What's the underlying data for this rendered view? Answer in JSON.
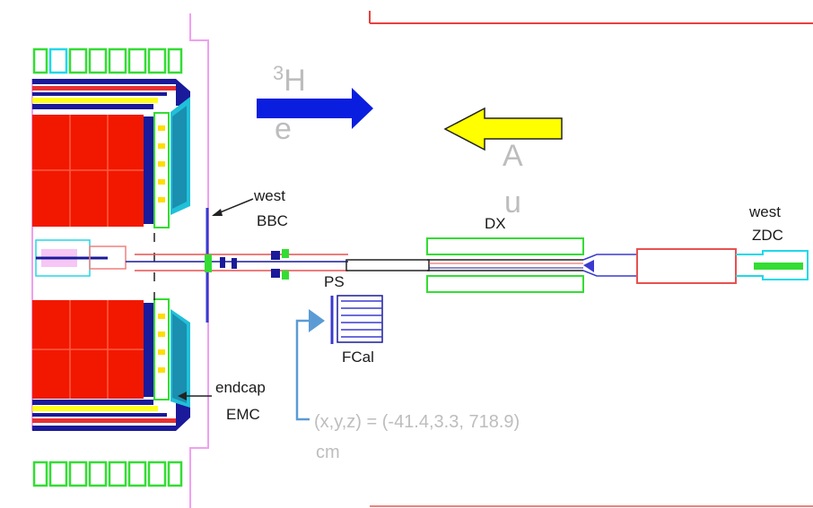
{
  "labels": {
    "west_bbc_1": "west",
    "west_bbc_2": "BBC",
    "dx": "DX",
    "west_zdc_1": "west",
    "west_zdc_2": "ZDC",
    "ps": "PS",
    "fcal": "FCal",
    "endcap_emc_1": "endcap",
    "endcap_emc_2": "EMC"
  },
  "beams": {
    "he3_sup": "3",
    "he3_line1": "H",
    "he3_line2": "e",
    "au_line1": "A",
    "au_line2": "u",
    "he3_arrow_color": "#0a1ee0",
    "au_arrow_color": "#ffff00"
  },
  "annotation": {
    "coord_line1": "(x,y,z) = (-41.4,3.3, 718.9)",
    "coord_line2": "cm",
    "arrow_color": "#5b9bd5"
  },
  "colors": {
    "calorimeter": "#f21800",
    "magnet": "#f0a0f0",
    "beampipe": "#e85050",
    "detector_green": "#33dd33",
    "cyan": "#20d8e8",
    "navy": "#1a1a9a"
  }
}
